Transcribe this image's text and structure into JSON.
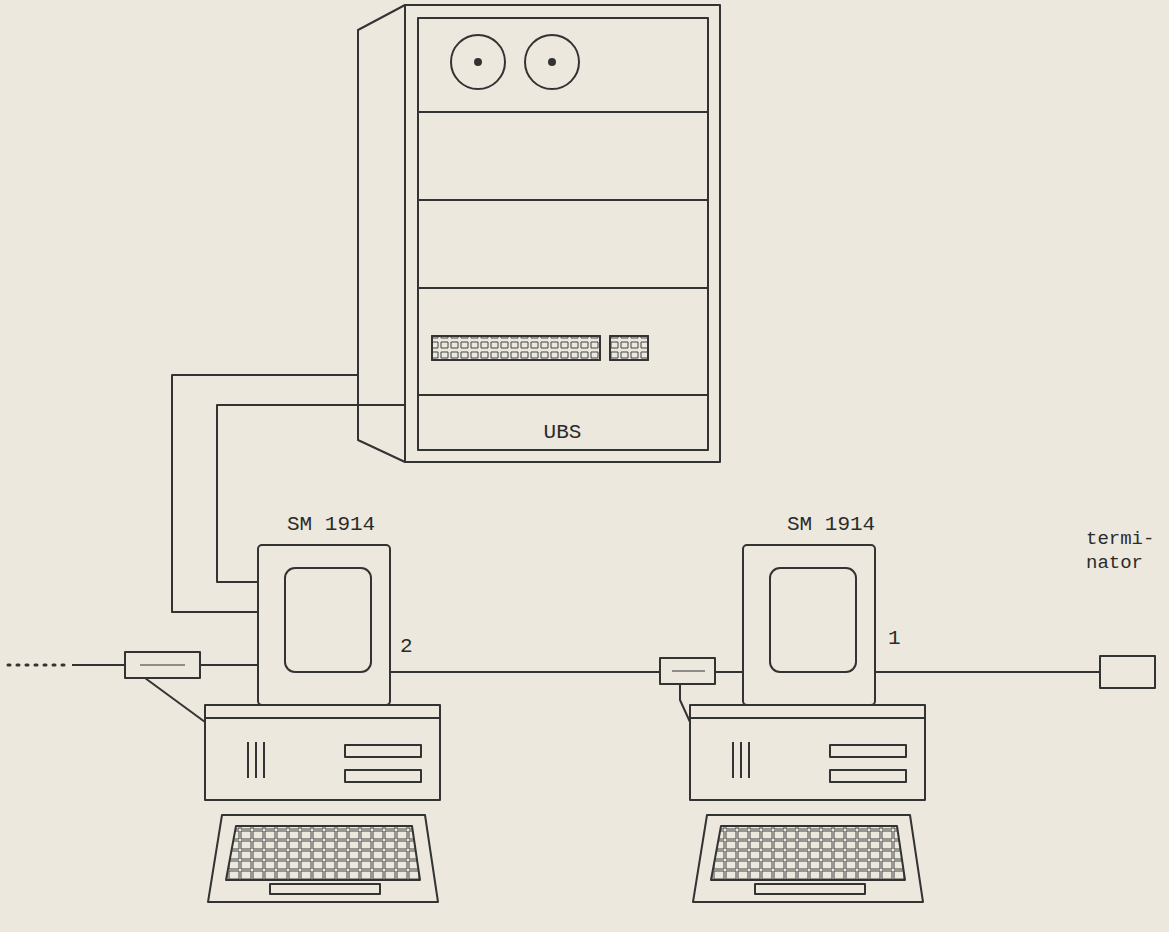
{
  "diagram": {
    "nodes": [
      {
        "text": [
          "UBS"
        ]
      },
      {
        "text": [
          "SM 1914"
        ]
      },
      {
        "text": [
          "SM 1914"
        ]
      },
      {
        "text": [
          "termi- nator"
        ]
      }
    ],
    "edges": [
      {
        "from": 0,
        "to": 1,
        "arrow": "none"
      },
      {
        "from": 1,
        "to": 2,
        "arrow": "none"
      },
      {
        "from": 2,
        "to": 3,
        "arrow": "none"
      }
    ],
    "labels": [
      "2",
      "1"
    ]
  }
}
